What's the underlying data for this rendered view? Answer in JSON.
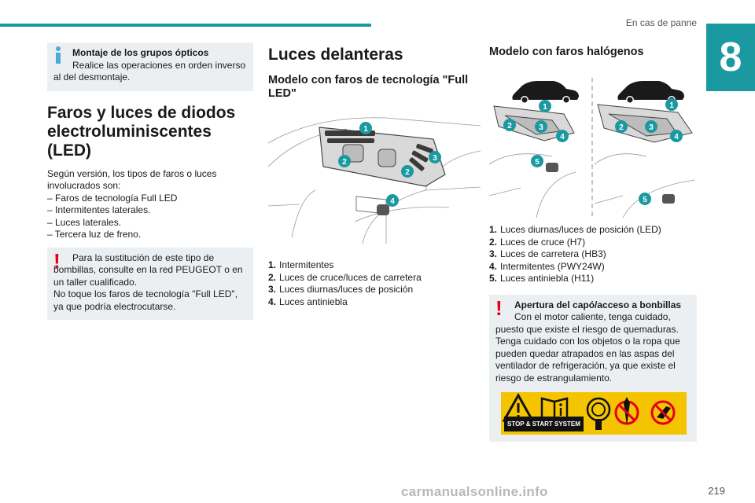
{
  "header": {
    "section_title": "En cas de panne",
    "chapter_number": "8"
  },
  "page_number": "219",
  "watermark": "carmanualsonline.info",
  "col1": {
    "info_box": {
      "title": "Montaje de los grupos ópticos",
      "text": "Realice las operaciones en orden inverso al del desmontaje."
    },
    "heading": "Faros y luces de diodos electroluminiscentes (LED)",
    "intro": "Según versión, los tipos de faros o luces involucrados son:",
    "bullets": [
      "– Faros de tecnología Full LED",
      "– Intermitentes laterales.",
      "– Luces laterales.",
      "– Tercera luz de freno."
    ],
    "warning_box": {
      "text1": "Para la sustitución de este tipo de bombillas, consulte en la red PEUGEOT o en un taller cualificado.",
      "text2": "No toque los faros de tecnología \"Full LED\", ya que podría electrocutarse."
    }
  },
  "col2": {
    "heading": "Luces delanteras",
    "subheading": "Modelo con faros de tecnología \"Full LED\"",
    "figure_labels": [
      "1",
      "2",
      "2",
      "3",
      "4"
    ],
    "items": [
      {
        "n": "1.",
        "text": "Intermitentes"
      },
      {
        "n": "2.",
        "text": "Luces de cruce/luces de carretera"
      },
      {
        "n": "3.",
        "text": "Luces diurnas/luces de posición"
      },
      {
        "n": "4.",
        "text": "Luces antiniebla"
      }
    ]
  },
  "col3": {
    "subheading": "Modelo con faros halógenos",
    "figure_labels": [
      "1",
      "2",
      "3",
      "4",
      "5",
      "1",
      "2",
      "3",
      "4",
      "5"
    ],
    "items": [
      {
        "n": "1.",
        "text": "Luces diurnas/luces de posición (LED)"
      },
      {
        "n": "2.",
        "text": "Luces de cruce (H7)"
      },
      {
        "n": "3.",
        "text": "Luces de carretera (HB3)"
      },
      {
        "n": "4.",
        "text": "Intermitentes (PWY24W)"
      },
      {
        "n": "5.",
        "text": "Luces antiniebla (H11)"
      }
    ],
    "warning_box": {
      "title": "Apertura del capó/acceso a bonbillas",
      "text": "Con el motor caliente, tenga cuidado, puesto que existe el riesgo de quemaduras. Tenga cuidado con los objetos o la ropa que pueden quedar atrapados en las aspas del ventilador de refrigeración, ya que existe el riesgo de estrangulamiento."
    },
    "stop_start_label": "STOP & START SYSTEM"
  },
  "colors": {
    "accent": "#1a9aa0",
    "badge": "#1a9aa0",
    "warning": "#e2001a",
    "info": "#4aa9e0",
    "box_bg": "#eceff1",
    "pictogram_bg": "#f5c400"
  }
}
